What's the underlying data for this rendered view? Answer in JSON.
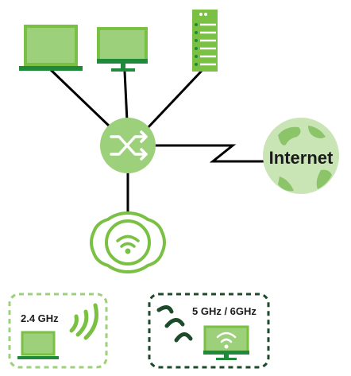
{
  "colors": {
    "light_green": "#9dd07b",
    "mid_green": "#7ac043",
    "dark_green": "#1f8a3a",
    "deep_green": "#1d4a2a",
    "line": "#000000",
    "text": "#1b1b1b"
  },
  "labels": {
    "internet": "Internet",
    "band_24": "2.4 GHz",
    "band_5_6": "5 GHz / 6GHz"
  },
  "icons": {
    "laptop": "laptop-icon",
    "monitor": "monitor-icon",
    "server": "server-icon",
    "switch": "switch-icon",
    "globe": "globe-icon",
    "access_point": "access-point-icon",
    "wifi_waves": "wifi-waves-icon"
  }
}
